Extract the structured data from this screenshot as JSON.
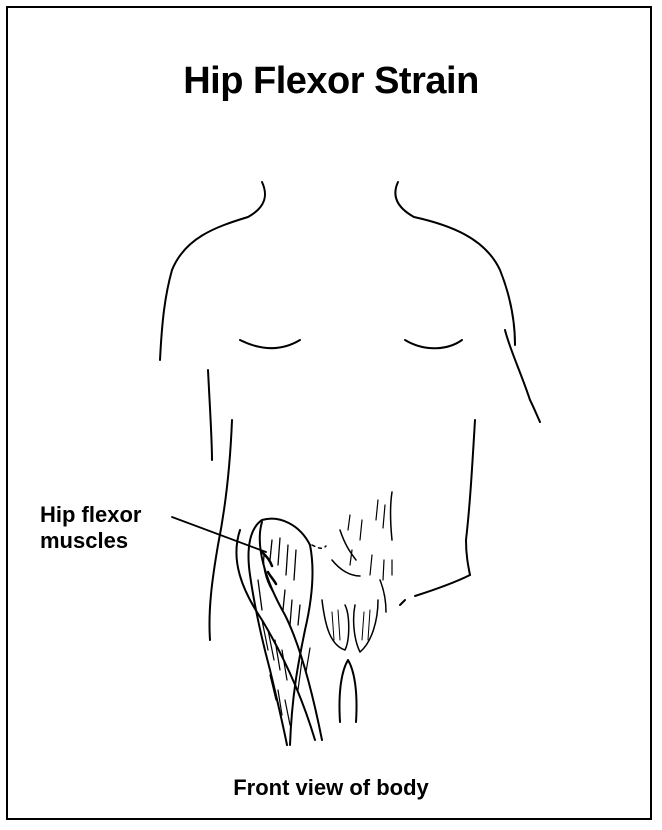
{
  "title": "Hip Flexor Strain",
  "callout": {
    "line1": "Hip flexor",
    "line2": "muscles"
  },
  "caption": "Front view of body"
}
